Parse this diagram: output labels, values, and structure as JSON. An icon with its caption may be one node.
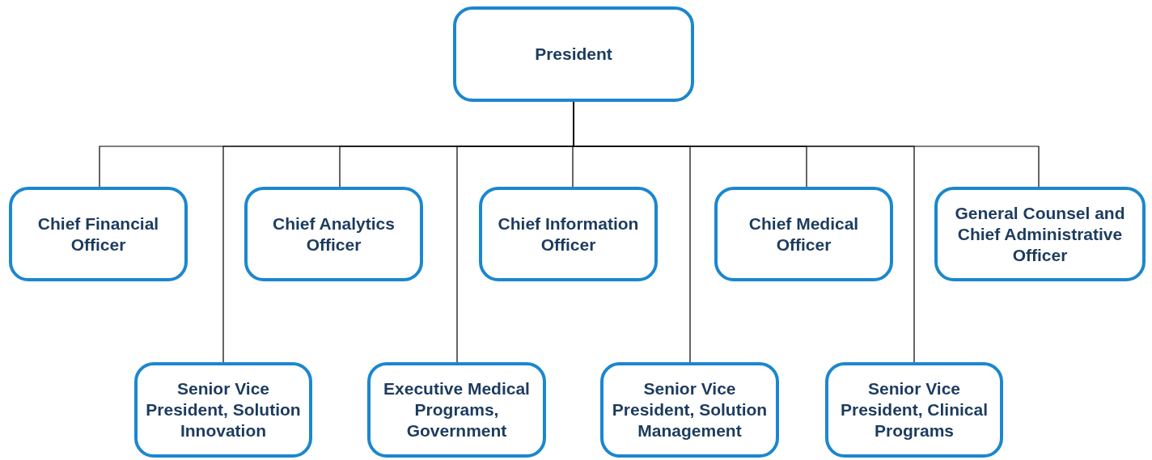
{
  "diagram": {
    "nodes": [
      {
        "text": [
          "President"
        ]
      },
      {
        "text": [
          "Chief Financial Officer"
        ]
      },
      {
        "text": [
          "Chief Analytics Officer"
        ]
      },
      {
        "text": [
          "Chief Information Officer"
        ]
      },
      {
        "text": [
          "Chief Medical Officer"
        ]
      },
      {
        "text": [
          "General Counsel and Chief Administrative Officer"
        ]
      },
      {
        "text": [
          "Senior Vice President, Solution Innovation"
        ]
      },
      {
        "text": [
          "Executive Medical Programs, Government"
        ]
      },
      {
        "text": [
          "Senior Vice President, Solution Management"
        ]
      },
      {
        "text": [
          "Senior Vice President, Clinical Programs"
        ]
      }
    ],
    "edges": [
      {
        "from": 0,
        "to": 1,
        "arrow": "none"
      },
      {
        "from": 0,
        "to": 6,
        "arrow": "none"
      },
      {
        "from": 0,
        "to": 2,
        "arrow": "none"
      },
      {
        "from": 0,
        "to": 7,
        "arrow": "none"
      },
      {
        "from": 0,
        "to": 3,
        "arrow": "none"
      },
      {
        "from": 0,
        "to": 8,
        "arrow": "none"
      },
      {
        "from": 0,
        "to": 4,
        "arrow": "none"
      },
      {
        "from": 0,
        "to": 9,
        "arrow": "none"
      },
      {
        "from": 0,
        "to": 5,
        "arrow": "none"
      }
    ]
  }
}
